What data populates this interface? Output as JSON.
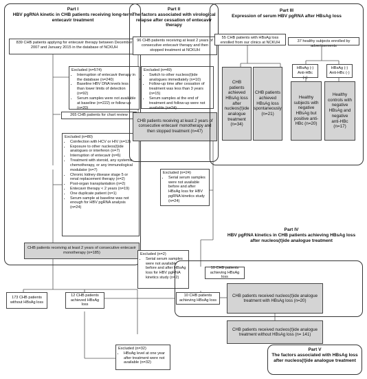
{
  "parts": {
    "p1": {
      "num": "Part I",
      "title": "HBV pgRNA kinetic in CHB patients receiving long-term entecavir treatment"
    },
    "p2": {
      "num": "Part II",
      "title": "The factors associated with virological relapse after cessation of entecavir therapy"
    },
    "p3": {
      "num": "Part III",
      "title": "Expression of serum HBV pgRNA after HBsAg loss"
    },
    "p4": {
      "num": "Part IV",
      "title": "HBV pgRNA kinetics in CHB patients achieving HBsAg loss after nucleos(t)ide analogue treatment"
    },
    "p5": {
      "num": "Part V",
      "title": "The factors associated with HBsAg loss after nucleos(t)ide analogue treatment"
    }
  },
  "p1": {
    "start": "839 CHB patients applying for entecavir therapy between December 2007 and January 2015 in the database of NCKUH",
    "excl1": {
      "head": "Excluded (n=574)",
      "items": [
        "Interruption of entecavir therapy in the database (n=240)",
        "Baseline HBV DNA levels less than lower limits of detection (n=92)",
        "Serum samples were not available at baseline (n=222) or follow-up (n=20)"
      ]
    },
    "review": "265 CHB patients for chart review",
    "excl2": {
      "head": "Excluded (n=80)",
      "items": [
        "Coinfection with HCV or HIV (n=12)",
        "Exposure to other nucleos(t)ide analogues or interferon (n=7)",
        "Interruption of entecavir (n=6)",
        "Treatment with steroid, any systemic chemotherapy, or any immunological modulator (n=7)",
        "Chronic kidney disease stage 5 or renal replacement therapy (n=2)",
        "Post-organ transplantation (n=2)",
        "Entecavir therapy < 2 years (n=19)",
        "One duplicate patient (n=1)",
        "Serum sample at baseline was not enough for HBV pgRNA analysis (n=24)"
      ]
    },
    "final": "CHB patients receiving at least 2 years of consecutive entecavir monotherapy (n=185)"
  },
  "p2": {
    "start": "96 CHB patients receiving at least 2 years of consecutive entecavir therapy and then stopped treatment at NCKUH",
    "excl": {
      "head": "Excluded (n=49)",
      "items": [
        "Switch to other nucleos(t)ide analogues immediately (n=10)",
        "Follow-up time after cessation of treatment was less than 3 years (n=15)",
        "Serum samples at the end of treatment and follow-up were not available (n=24)"
      ]
    },
    "final": "CHB patients receiving at least 2 years of consecutive entecavir monotherapy and then stopped treatment (n=47)"
  },
  "p3": {
    "enrolled55": "55 CHB patients with HBsAg loss enrolled from our clinics at NCKUH",
    "healthy37": "37 healthy subjects enrolled by advertisements",
    "markA": [
      "HBsAg (-)",
      "Anti-HBc (+)"
    ],
    "markB": [
      "HBsAg (-)",
      "Anti-HBc (-)"
    ],
    "g1": "CHB patients achieved HBsAg loss after nucleos(t)ide analogue treatment (n=34)",
    "g2": "CHB patients achieved HBsAg loss spontaneously (n=21)",
    "g3": "Healthy subjects with negative HBsAg but positive anti-HBc (n=20)",
    "g4": "Healthy controls with negative HBsAg and negative anti-HBc (n=17)"
  },
  "mid": {
    "excl24": {
      "head": "Excluded (n=24)",
      "items": [
        "Serial serum samples were not available before and after HBsAg loss for HBV pgRNA kinetics study (n=24)"
      ]
    },
    "excl2": {
      "head": "Excluded (n=2)",
      "items": [
        "Serial serum samples were not available before and after HBsAg loss for HBV pgRNA kinetics study (n=2)"
      ]
    }
  },
  "lower": {
    "without173": "173 CHB patients without HBsAg loss",
    "achieved12": "12 CHB patients achieved HBsAg loss",
    "p4top10": "10 CHB patients achieving HBsAg loss",
    "p4left10": "10 CHB patients achieving HBsAg loss",
    "received20": "CHB patients received nucleos(t)ide analogue treatment with HBsAg loss (n=20)",
    "received141": "CHB patients received nucleos(t)ide analogue treatment without HBsAg loss (n= 141)",
    "excl32": {
      "head": "Excluded (n=32)",
      "items": [
        "HBsAg level at one year after treatment were not available (n=32)"
      ]
    }
  }
}
